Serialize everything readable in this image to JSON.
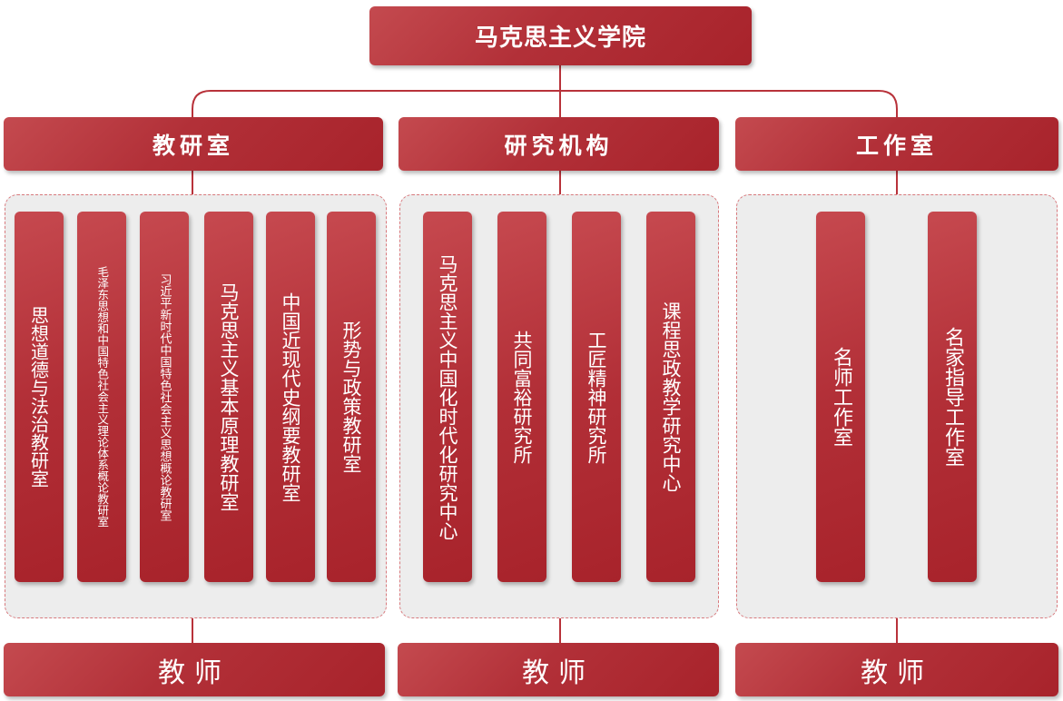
{
  "root": {
    "label": "马克思主义学院"
  },
  "groups": [
    {
      "header": "教研室",
      "items": [
        "思想道德与法治教研室",
        "毛泽东思想和中国特色社会主义理论体系概论教研室",
        "习近平新时代中国特色社会主义思想概论教研室",
        "马克思主义基本原理教研室",
        "中国近现代史纲要教研室",
        "形势与政策教研室"
      ],
      "footer": "教师"
    },
    {
      "header": "研究机构",
      "items": [
        "马克思主义中国化时代化研究中心",
        "共同富裕研究所",
        "工匠精神研究所",
        "课程思政教学研究中心"
      ],
      "footer": "教师"
    },
    {
      "header": "工作室",
      "items": [
        "名师工作室",
        "名家指导工作室"
      ],
      "footer": "教师"
    }
  ],
  "colors": {
    "primary": "#b23038",
    "panel_bg": "#ededed",
    "panel_border": "#d8797d",
    "connector": "#b8323a"
  }
}
